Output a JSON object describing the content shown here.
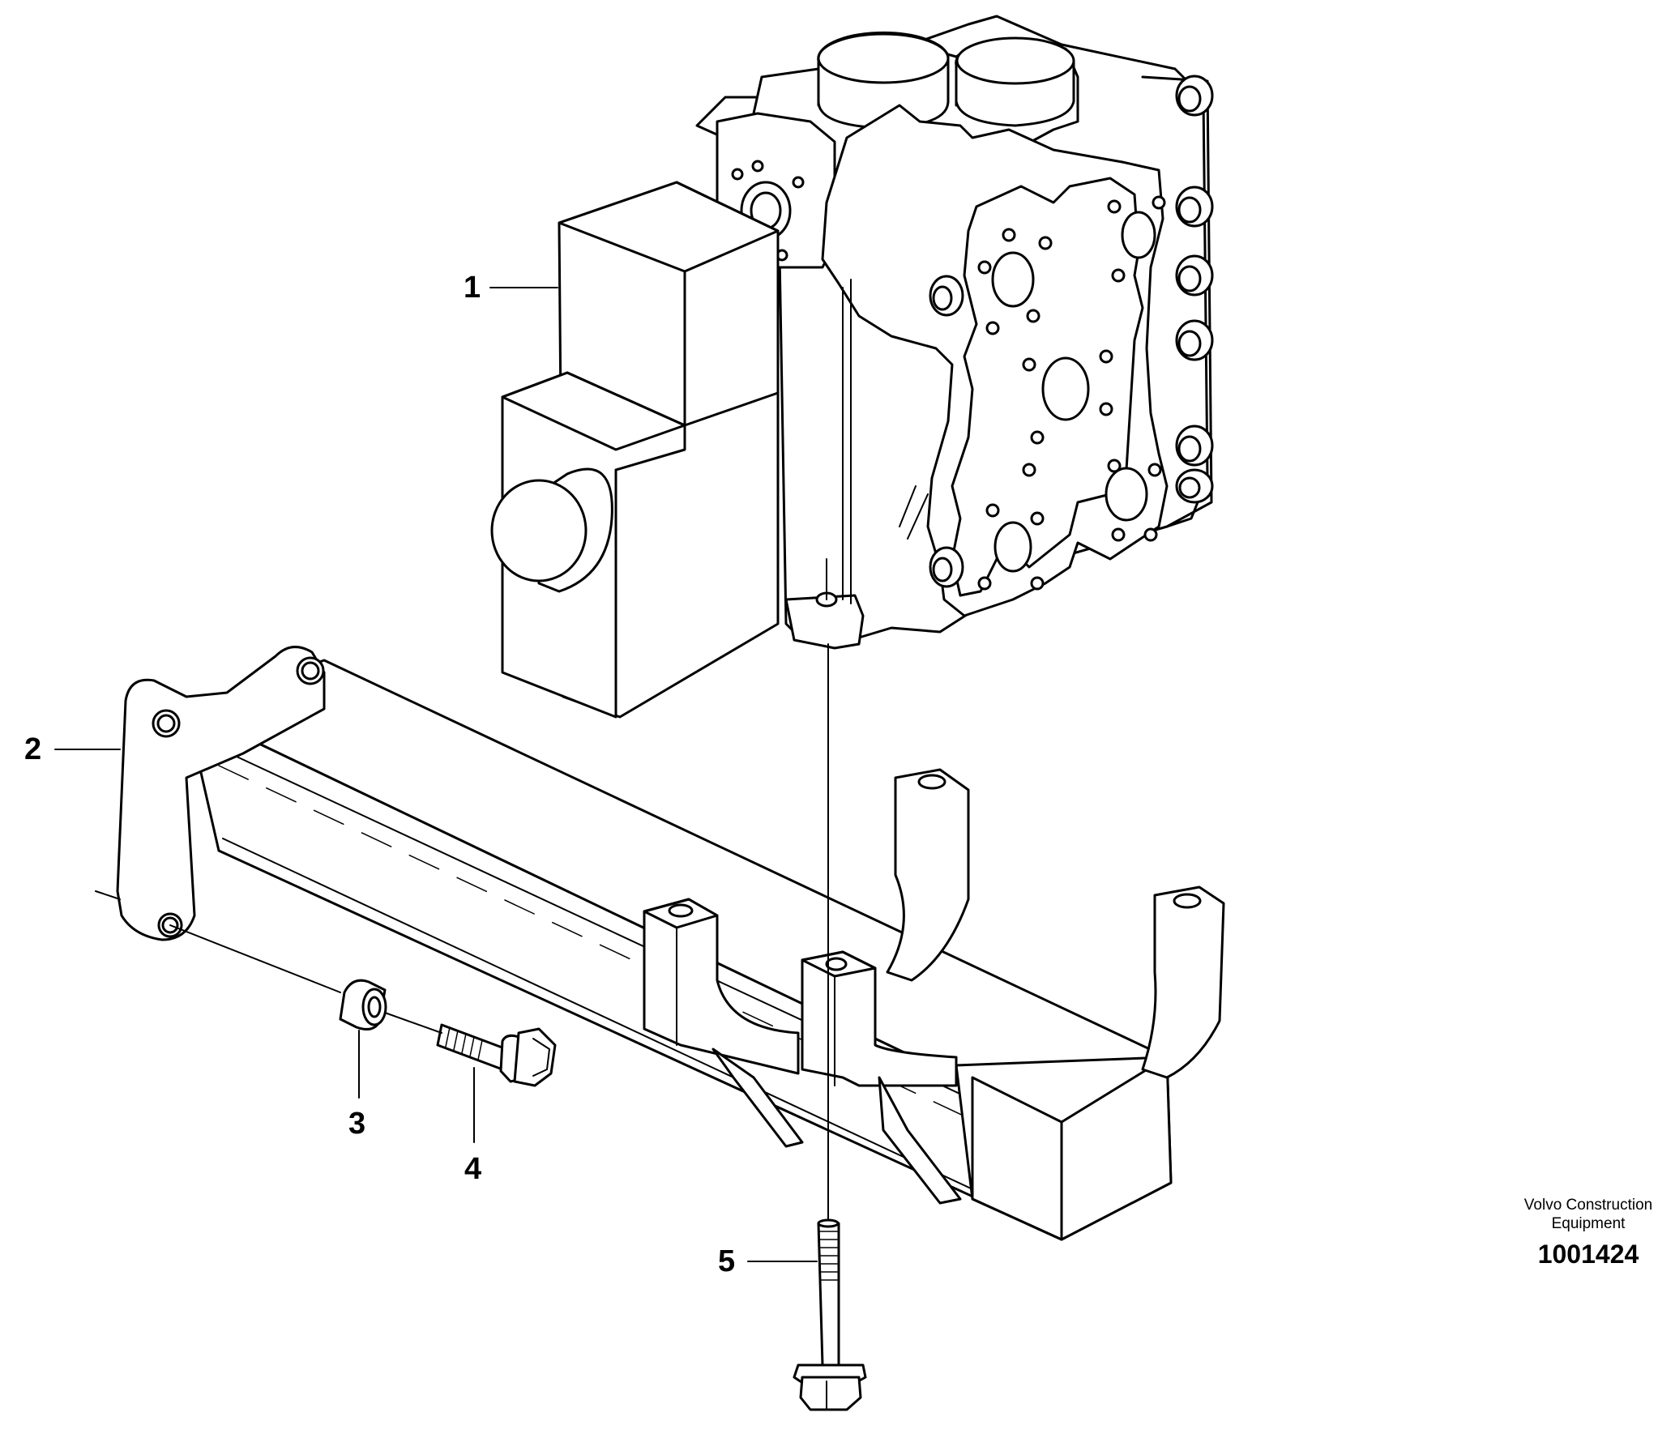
{
  "callouts": {
    "c1": "1",
    "c2": "2",
    "c3": "3",
    "c4": "4",
    "c5": "5"
  },
  "footer": {
    "company_line1": "Volvo Construction",
    "company_line2": "Equipment",
    "drawing_number": "1001424"
  }
}
